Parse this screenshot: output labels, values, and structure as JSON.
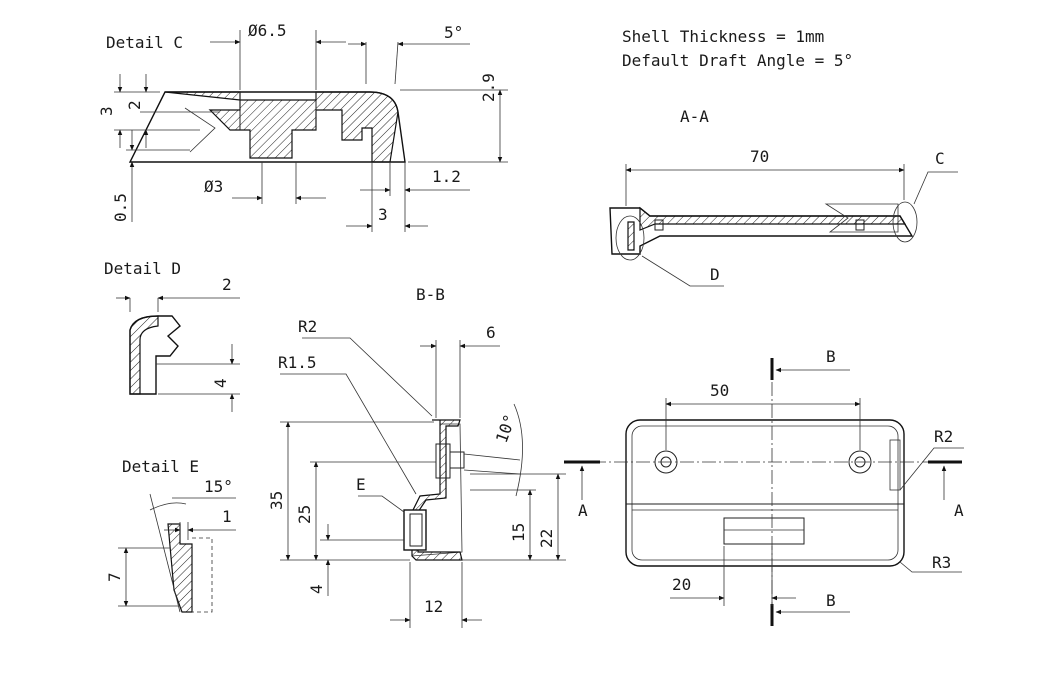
{
  "notes": {
    "shell_thickness": "Shell Thickness = 1mm",
    "draft_angle": "Default Draft Angle = 5°"
  },
  "detail_c": {
    "title": "Detail C",
    "dim_hole_large": "Ø6.5",
    "dim_hole_small": "Ø3",
    "dim_draft": "5°",
    "dim_height": "2.9",
    "dim_depth_3": "3",
    "dim_depth_2": "2",
    "dim_offset": "0.5",
    "dim_wall": "1.2",
    "dim_width": "3"
  },
  "section_aa": {
    "title": "A-A",
    "dim_length": "70",
    "callout_c": "C",
    "callout_d": "D"
  },
  "detail_d": {
    "title": "Detail D",
    "dim_width": "2",
    "dim_height": "4"
  },
  "detail_e": {
    "title": "Detail E",
    "dim_angle": "15°",
    "dim_thickness": "1",
    "dim_height": "7"
  },
  "section_bb": {
    "title": "B-B",
    "radius_outer": "R2",
    "radius_inner": "R1.5",
    "dim_top": "6",
    "dim_angle": "10°",
    "dim_overall": "35",
    "dim_inner": "25",
    "dim_base": "4",
    "dim_width": "12",
    "dim_15": "15",
    "dim_22": "22",
    "callout_e": "E"
  },
  "plan_view": {
    "dim_hole_spacing": "50",
    "dim_slot": "20",
    "radius_corner": "R2",
    "radius_bottom": "R3",
    "section_a_label": "A",
    "section_b_label": "B"
  }
}
